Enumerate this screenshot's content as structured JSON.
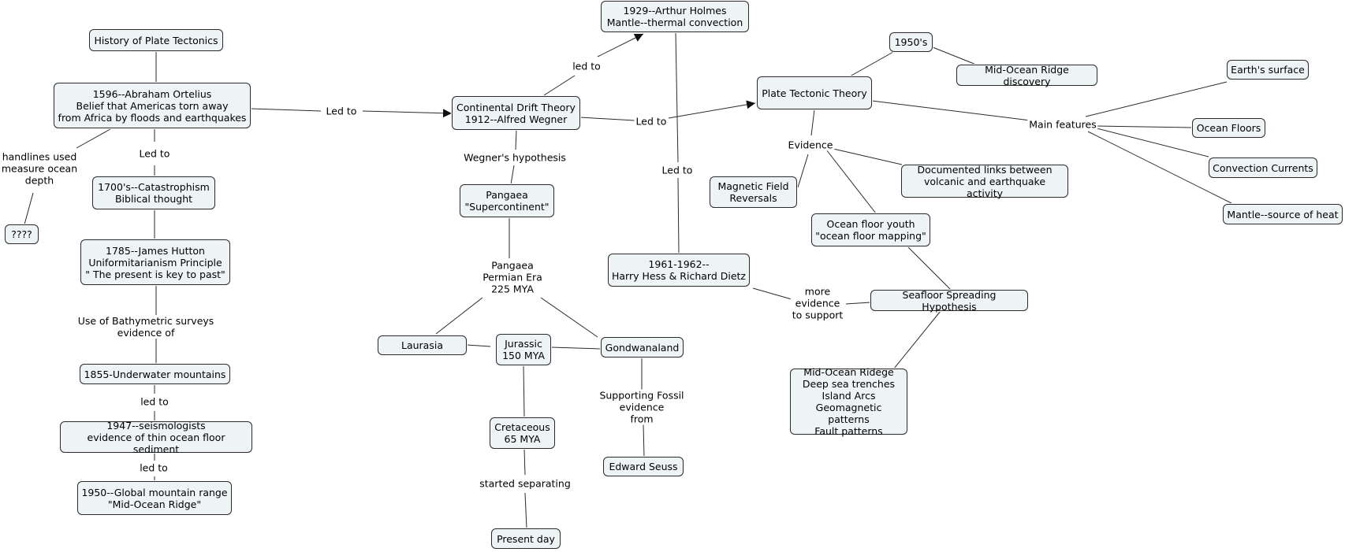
{
  "nodes": [
    {
      "id": "history",
      "text": "History of Plate Tectonics"
    },
    {
      "id": "ortelius",
      "text": "1596--Abraham Ortelius\nBelief that Americas torn away\nfrom Africa by floods and earthquakes"
    },
    {
      "id": "unknown",
      "text": "????"
    },
    {
      "id": "catastrophism",
      "text": "1700's--Catastrophism\nBiblical thought"
    },
    {
      "id": "hutton",
      "text": "1785--James Hutton\nUniformitarianism Principle\n\" The present is key to past\""
    },
    {
      "id": "underwater",
      "text": "1855-Underwater mountains"
    },
    {
      "id": "seismologists",
      "text": "1947--seismologists\nevidence of thin ocean floor sediment"
    },
    {
      "id": "globalrange",
      "text": "1950--Global mountain range\n\"Mid-Ocean Ridge\""
    },
    {
      "id": "continental",
      "text": "Continental Drift Theory\n1912--Alfred Wegner"
    },
    {
      "id": "pangaea",
      "text": "Pangaea\n\"Supercontinent\""
    },
    {
      "id": "laurasia",
      "text": "Laurasia"
    },
    {
      "id": "jurassic",
      "text": "Jurassic\n150 MYA"
    },
    {
      "id": "gondwanaland",
      "text": "Gondwanaland"
    },
    {
      "id": "cretaceous",
      "text": "Cretaceous\n65 MYA"
    },
    {
      "id": "presentday",
      "text": "Present day"
    },
    {
      "id": "seuss",
      "text": "Edward Seuss"
    },
    {
      "id": "holmes",
      "text": "1929--Arthur Holmes\nMantle--thermal convection"
    },
    {
      "id": "hess",
      "text": "1961-1962--\nHarry Hess & Richard Dietz"
    },
    {
      "id": "plate",
      "text": "Plate Tectonic Theory"
    },
    {
      "id": "fifties",
      "text": "1950's"
    },
    {
      "id": "midocean",
      "text": "Mid-Ocean Ridge discovery"
    },
    {
      "id": "magnetic",
      "text": "Magnetic Field\nReversals"
    },
    {
      "id": "documented",
      "text": "Documented links between\nvolcanic and earthquake activity"
    },
    {
      "id": "oceanyouth",
      "text": "Ocean floor youth\n\"ocean floor mapping\""
    },
    {
      "id": "seafloor",
      "text": "Seafloor Spreading Hypothesis"
    },
    {
      "id": "ridgelist",
      "text": "Mid-Ocean Ridege\nDeep sea trenches\nIsland Arcs\nGeomagnetic patterns\nFault patterns"
    },
    {
      "id": "earth",
      "text": "Earth's surface"
    },
    {
      "id": "oceanfloors",
      "text": "Ocean Floors"
    },
    {
      "id": "convection",
      "text": "Convection Currents"
    },
    {
      "id": "mantle",
      "text": "Mantle--source of heat"
    }
  ],
  "labels": [
    {
      "id": "handlines",
      "text": "handlines used\nmeasure ocean\ndepth"
    },
    {
      "id": "ledto-cat",
      "text": "Led to"
    },
    {
      "id": "bathymetric",
      "text": "Use of Bathymetric surveys\nevidence of"
    },
    {
      "id": "ledto-seis",
      "text": "led to"
    },
    {
      "id": "ledto-global",
      "text": "led to"
    },
    {
      "id": "ledto-cont",
      "text": "Led to"
    },
    {
      "id": "wegner-hyp",
      "text": "Wegner's hypothesis"
    },
    {
      "id": "permian",
      "text": "Pangaea\nPermian Era\n225 MYA"
    },
    {
      "id": "started-sep",
      "text": "started separating"
    },
    {
      "id": "fossil",
      "text": "Supporting Fossil\nevidence\nfrom"
    },
    {
      "id": "ledto-holmes",
      "text": "led to"
    },
    {
      "id": "ledto-plate",
      "text": "Led to"
    },
    {
      "id": "ledto-hess",
      "text": "Led to"
    },
    {
      "id": "evidence",
      "text": "Evidence"
    },
    {
      "id": "more-evidence",
      "text": "more\nevidence\nto support"
    },
    {
      "id": "main-features",
      "text": "Main features"
    }
  ]
}
